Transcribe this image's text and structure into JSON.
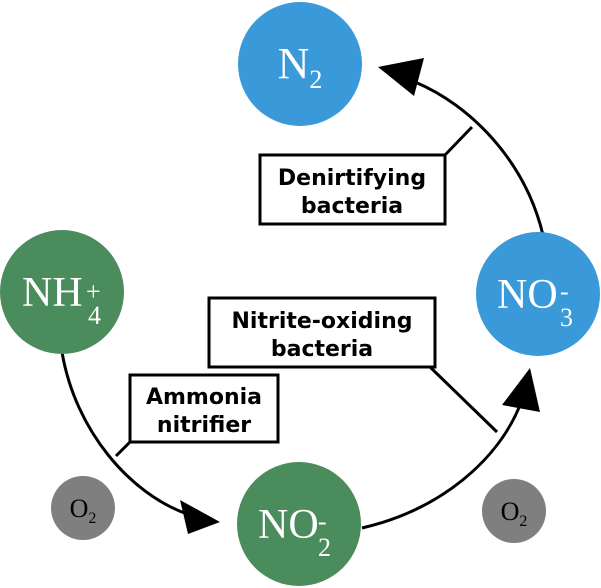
{
  "nodes": {
    "n2": {
      "main": "N",
      "sub": "2",
      "sup": "",
      "color": "#3a99d8"
    },
    "nh4": {
      "main": "NH",
      "sub": "4",
      "sup": "+",
      "color": "#4a8c5c"
    },
    "no2": {
      "main": "NO",
      "sub": "2",
      "sup": "-",
      "color": "#4a8c5c"
    },
    "no3": {
      "main": "NO",
      "sub": "3",
      "sup": "-",
      "color": "#3a99d8"
    },
    "o2_left": {
      "main": "O",
      "sub": "2",
      "sup": "",
      "color": "#7f7f7f"
    },
    "o2_right": {
      "main": "O",
      "sub": "2",
      "sup": "",
      "color": "#7f7f7f"
    }
  },
  "labels": {
    "denitrifying": {
      "line1": "Denirtifying",
      "line2": "bacteria"
    },
    "nitrite_oxiding": {
      "line1": "Nitrite-oxiding",
      "line2": "bacteria"
    },
    "ammonia": {
      "line1": "Ammonia",
      "line2": "nitrifier"
    }
  }
}
